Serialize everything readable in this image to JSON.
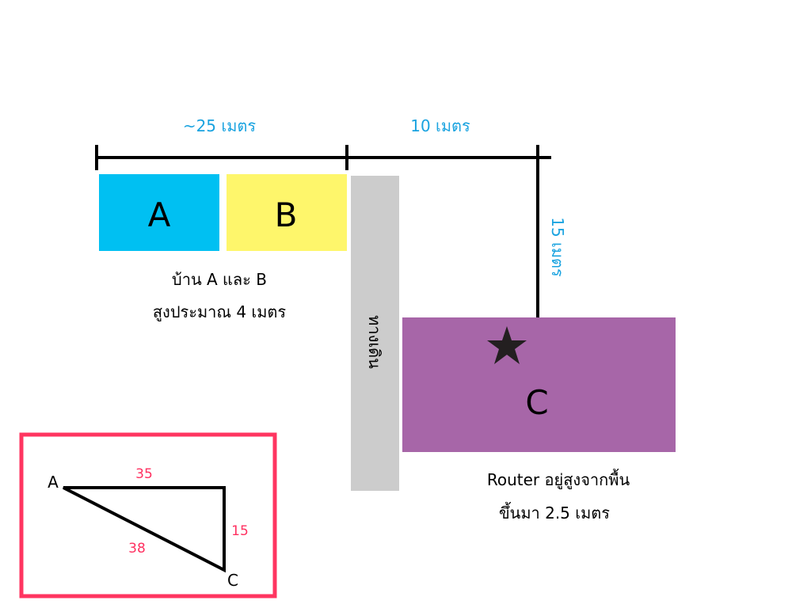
{
  "dimensions": {
    "width_ab": "~25 เมตร",
    "gap_to_c": "10 เมตร",
    "vertical": "15 เมตร"
  },
  "houses": {
    "a": {
      "label": "A",
      "color": "#00c0f2"
    },
    "b": {
      "label": "B",
      "color": "#fef66b"
    },
    "caption_line1": "บ้าน A และ B",
    "caption_line2": "สูงประมาณ 4 เมตร"
  },
  "walkway": {
    "label": "ทางเดิน",
    "color": "#cccccc"
  },
  "building_c": {
    "label": "C",
    "color": "#a766a8",
    "router_icon": "star-icon",
    "caption_line1": "Router อยู่สูงจากพื้น",
    "caption_line2": "ขึ้นมา 2.5 เมตร"
  },
  "triangle_inset": {
    "border_color": "#ff3560",
    "vertex_a": "A",
    "vertex_c": "C",
    "side_top": "35",
    "side_right": "15",
    "hypotenuse": "38"
  }
}
